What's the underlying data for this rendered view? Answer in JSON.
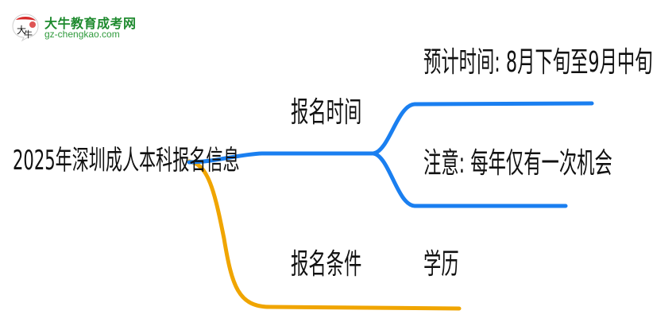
{
  "logo": {
    "name": "大牛教育成考网",
    "url": "gz-chengkao.com",
    "badge_text": "大牛",
    "brand_color": "#1e8a2e",
    "badge_accent": "#d62a2a"
  },
  "mindmap": {
    "root": "2025年深圳成人本科报名信息",
    "branches": [
      {
        "label": "报名时间",
        "color": "#1a7ff0",
        "children": [
          {
            "label": "预计时间: 8月下旬至9月中旬"
          },
          {
            "label": "注意: 每年仅有一次机会"
          }
        ]
      },
      {
        "label": "报名条件",
        "color": "#f0a500",
        "children": [
          {
            "label": "学历"
          }
        ]
      }
    ]
  }
}
